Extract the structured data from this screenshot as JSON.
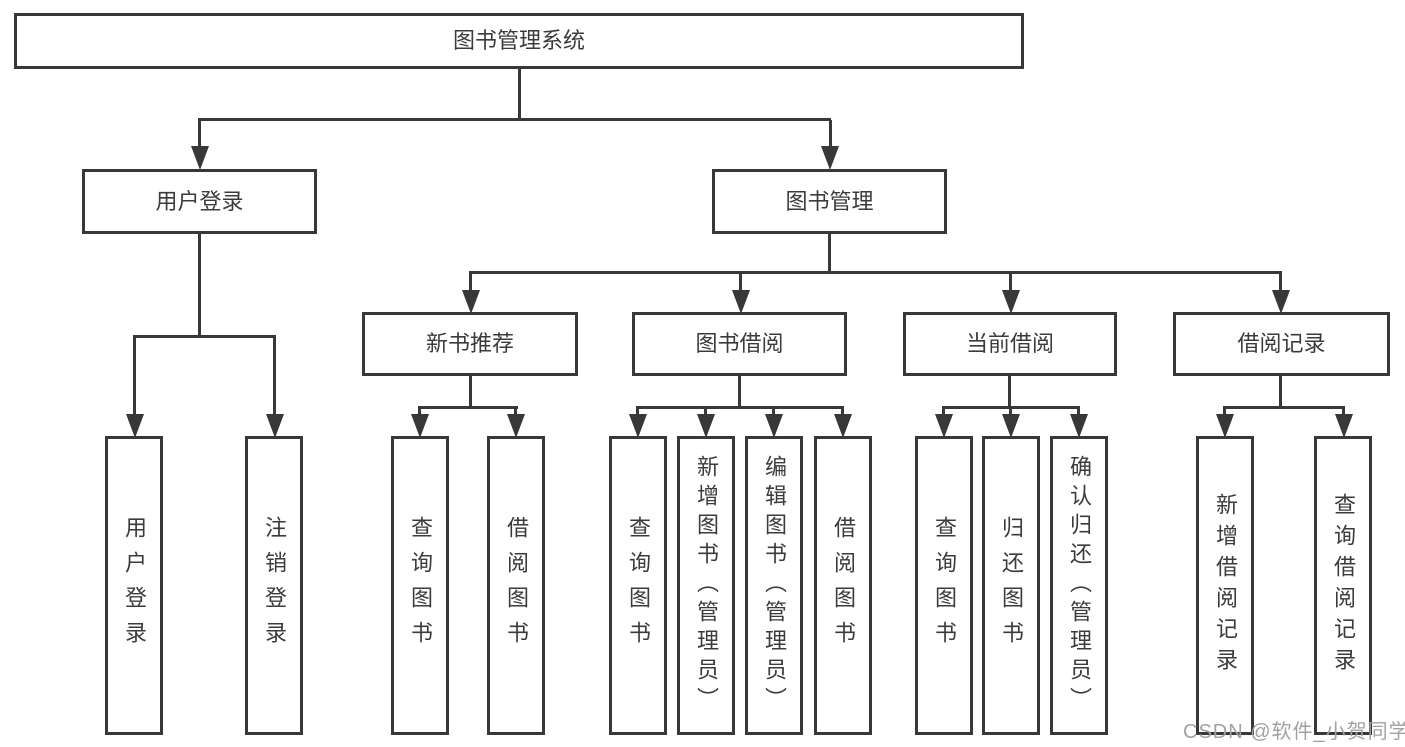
{
  "diagram_type": "hierarchy-tree",
  "hierarchy": {
    "label": "图书管理系统",
    "children": [
      {
        "label": "用户登录",
        "children": [
          {
            "label": "用户登录"
          },
          {
            "label": "注销登录"
          }
        ]
      },
      {
        "label": "图书管理",
        "children": [
          {
            "label": "新书推荐",
            "children": [
              {
                "label": "查询图书"
              },
              {
                "label": "借阅图书"
              }
            ]
          },
          {
            "label": "图书借阅",
            "children": [
              {
                "label": "查询图书"
              },
              {
                "label": "新增图书（管理员）"
              },
              {
                "label": "编辑图书（管理员）"
              },
              {
                "label": "借阅图书"
              }
            ]
          },
          {
            "label": "当前借阅",
            "children": [
              {
                "label": "查询图书"
              },
              {
                "label": "归还图书"
              },
              {
                "label": "确认归还（管理员）"
              }
            ]
          },
          {
            "label": "借阅记录",
            "children": [
              {
                "label": "新增借阅记录"
              },
              {
                "label": "查询借阅记录"
              }
            ]
          }
        ]
      }
    ]
  },
  "watermark": "CSDN @软件_小贺同学",
  "colors": {
    "line": "#383838",
    "text": "#3b3b3b",
    "background": "#ffffff",
    "watermark": "#a2a2a2"
  }
}
